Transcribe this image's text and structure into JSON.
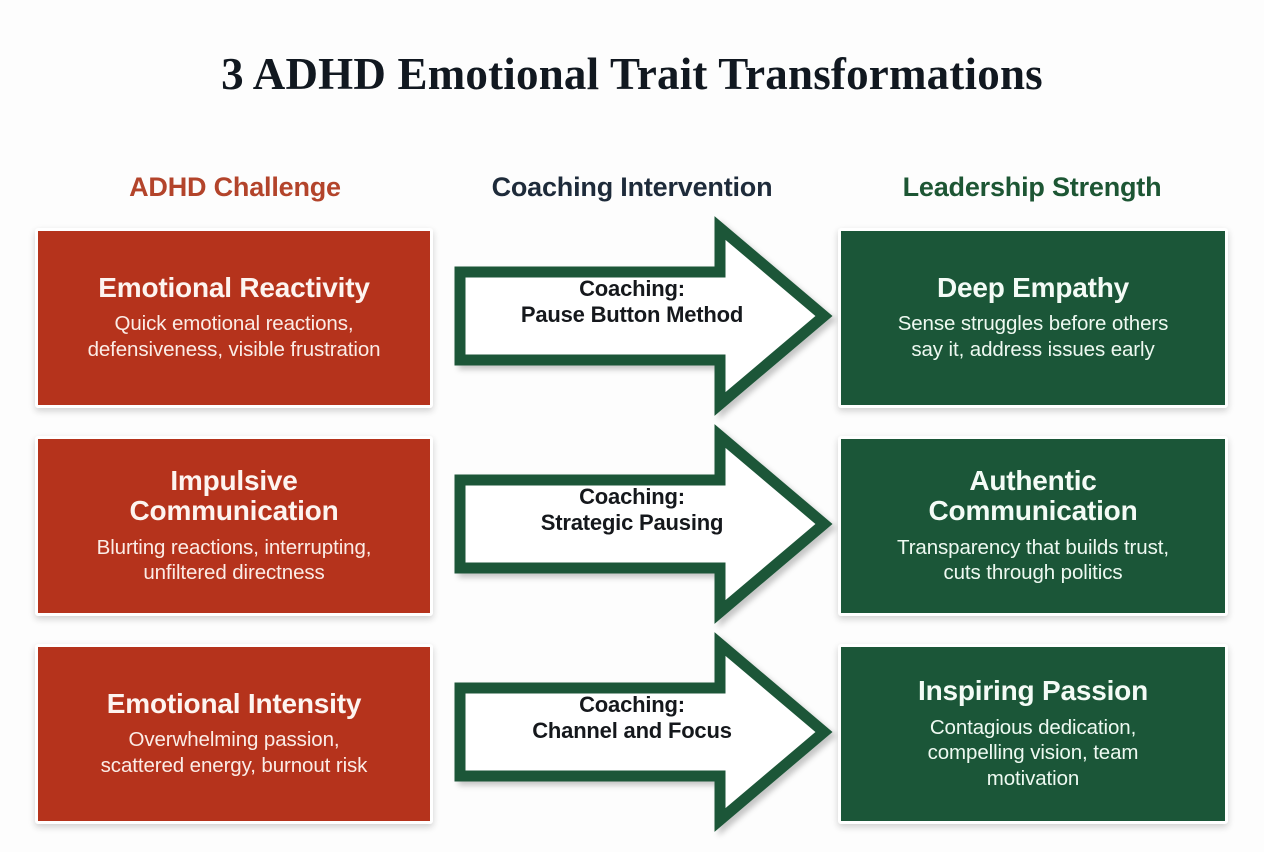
{
  "title": "3 ADHD Emotional Trait Transformations",
  "colors": {
    "background": "#fdfdfd",
    "challenge_red": "#b5331c",
    "challenge_header_red": "#b3442b",
    "strength_green": "#1b5638",
    "strength_header_green": "#1d5634",
    "intervention_navy": "#1e2b3a",
    "arrow_stroke": "#1b5638",
    "arrow_fill": "#ffffff",
    "card_text_light": "#fdf4f0",
    "arrow_text": "#15181c"
  },
  "columns": {
    "challenge_header": "ADHD Challenge",
    "intervention_header": "Coaching Intervention",
    "strength_header": "Leadership Strength"
  },
  "rows": [
    {
      "challenge_title": "Emotional Reactivity",
      "challenge_desc_line1": "Quick emotional reactions,",
      "challenge_desc_line2": "defensiveness, visible frustration",
      "arrow_line1": "Coaching:",
      "arrow_line2": "Pause Button Method",
      "strength_title": "Deep Empathy",
      "strength_desc_line1": "Sense struggles before others",
      "strength_desc_line2": "say it, address issues early",
      "strength_desc_line3": ""
    },
    {
      "challenge_title_line1": "Impulsive",
      "challenge_title_line2": "Communication",
      "challenge_desc_line1": "Blurting reactions, interrupting,",
      "challenge_desc_line2": "unfiltered directness",
      "arrow_line1": "Coaching:",
      "arrow_line2": "Strategic Pausing",
      "strength_title_line1": "Authentic",
      "strength_title_line2": "Communication",
      "strength_desc_line1": "Transparency that builds trust,",
      "strength_desc_line2": "cuts through politics",
      "strength_desc_line3": ""
    },
    {
      "challenge_title": "Emotional Intensity",
      "challenge_desc_line1": "Overwhelming passion,",
      "challenge_desc_line2": "scattered energy, burnout risk",
      "arrow_line1": "Coaching:",
      "arrow_line2": "Channel and Focus",
      "strength_title": "Inspiring Passion",
      "strength_desc_line1": "Contagious dedication,",
      "strength_desc_line2": "compelling vision, team",
      "strength_desc_line3": "motivation"
    }
  ]
}
